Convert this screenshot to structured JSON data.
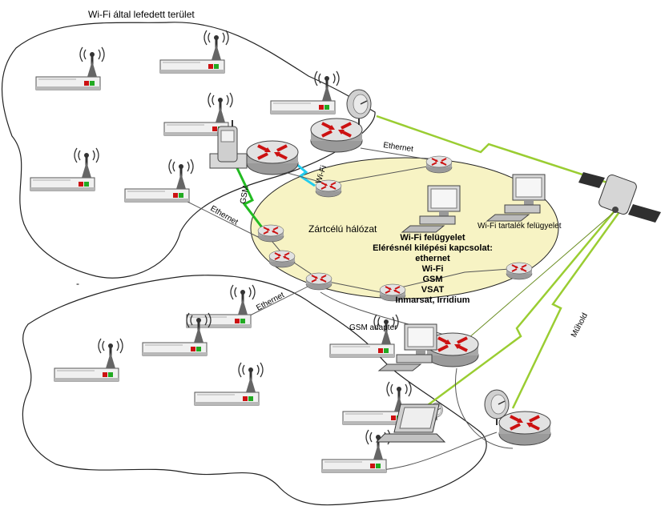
{
  "diagram": {
    "title": "Wi-Fi által lefedett terület",
    "center_label": "Zártcélú hálózat",
    "center_text": [
      "Wi-Fi  felügyelet",
      "Elérésnél kilépési kapcsolat:",
      "ethernet",
      "Wi-Fi",
      "GSM",
      "VSAT",
      "Inmarsat, Irridium"
    ],
    "backup_label": "Wi-Fi tartalék felügyelet",
    "gsm_adapter_label": "GSM adapter",
    "link_labels": {
      "ethernet_top": "Ethernet",
      "ethernet_left": "Ethernet",
      "ethernet_lower": "Ethernet",
      "gsm": "GSM",
      "wifi": "Wi-Fi",
      "satellite": "Műhold"
    },
    "dash_mark": "-"
  },
  "colors": {
    "ellipse_fill": "#f7f3c4",
    "router_fill": "#d9d9d9",
    "arrow_red": "#cc1111",
    "sat_link": "#9acd32",
    "gsm_link": "#22bb22",
    "wifi_link": "#22ccee"
  }
}
